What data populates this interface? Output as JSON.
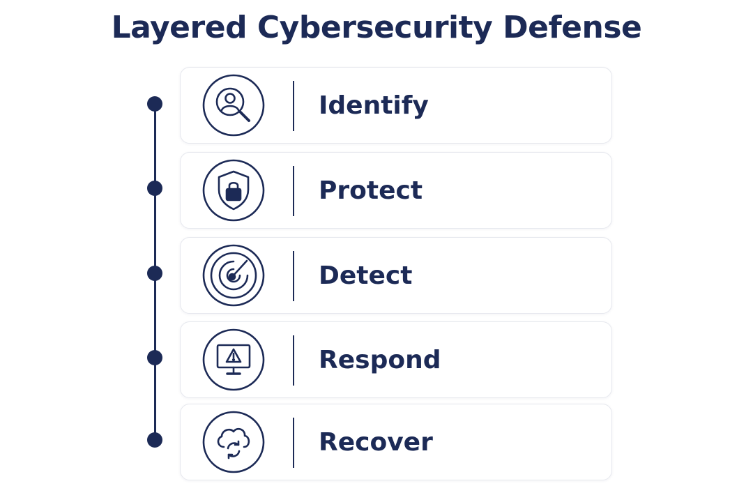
{
  "title": "Layered Cybersecurity Defense",
  "colors": {
    "primary": "#1c2a56",
    "card_border": "#e6e8ee",
    "background": "#ffffff"
  },
  "layers": [
    {
      "label": "Identify",
      "icon": "user-search-icon"
    },
    {
      "label": "Protect",
      "icon": "shield-lock-icon"
    },
    {
      "label": "Detect",
      "icon": "radar-icon"
    },
    {
      "label": "Respond",
      "icon": "monitor-warning-icon"
    },
    {
      "label": "Recover",
      "icon": "cloud-sync-icon"
    }
  ]
}
